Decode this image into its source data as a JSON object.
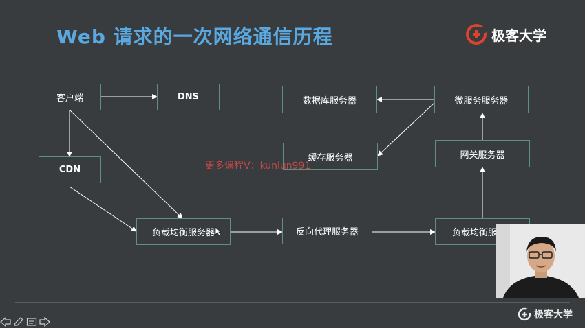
{
  "slide": {
    "title": "Web 请求的一次网络通信历程",
    "brand": "极客大学"
  },
  "nodes": {
    "client": "客户端",
    "dns": "DNS",
    "cdn": "CDN",
    "lb1": "负载均衡服务器",
    "reverse_proxy": "反向代理服务器",
    "lb2": "负载均衡服务器",
    "gateway": "网关服务器",
    "micro": "微服务服务器",
    "db": "数据库服务器",
    "cache": "缓存服务器"
  },
  "watermark": "更多课程V：kunlun991",
  "footer": {
    "brand": "极客大学"
  },
  "colors": {
    "background": "#383c3f",
    "title": "#5aa8e0",
    "node_border": "#5f8f7d",
    "logo_red": "#d9432f",
    "watermark": "#d34a4a"
  },
  "icons": [
    "previous-arrow-icon",
    "pen-icon",
    "slides-icon",
    "next-arrow-icon",
    "geek-logo-icon"
  ]
}
